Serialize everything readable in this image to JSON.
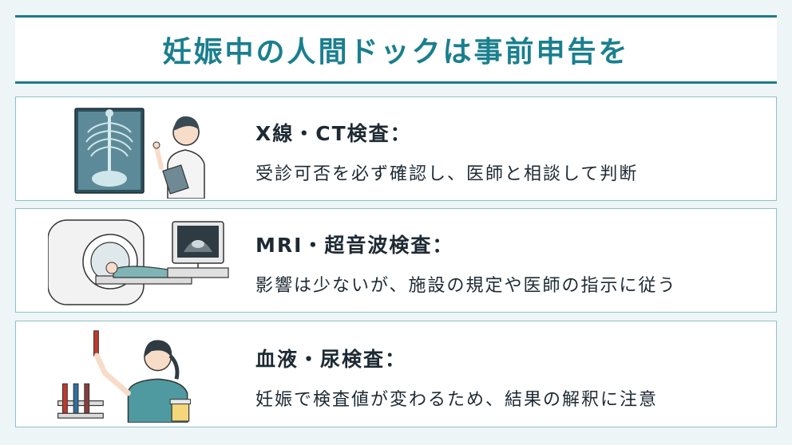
{
  "header": {
    "title": "妊娠中の人間ドックは事前申告を"
  },
  "cards": [
    {
      "title": "X線・CT検査：",
      "desc": "受診可否を必ず確認し、医師と相談して判断",
      "illustration": "xray-and-doctor"
    },
    {
      "title": "MRI・超音波検査：",
      "desc": "影響は少ないが、施設の規定や医師の指示に従う",
      "illustration": "mri-scanner-and-ultrasound"
    },
    {
      "title": "血液・尿検査：",
      "desc": "妊娠で検査値が変わるため、結果の解釈に注意",
      "illustration": "nurse-with-test-tubes"
    }
  ],
  "colors": {
    "accent": "#1a7f8e",
    "border": "#8cc1c9",
    "background": "#eef5f6",
    "text": "#1e2a33"
  }
}
